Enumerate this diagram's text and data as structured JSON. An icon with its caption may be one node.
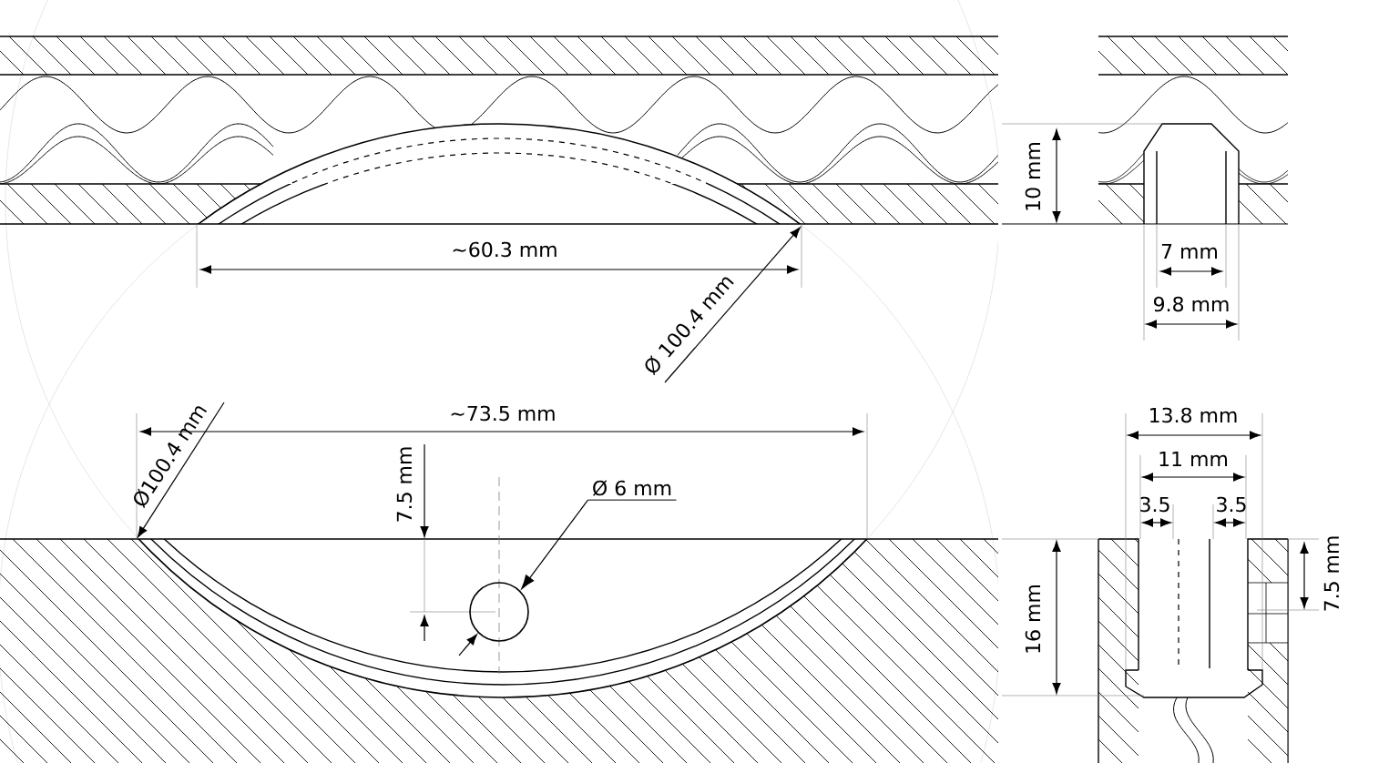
{
  "diagram": {
    "nodes": [
      {
        "text": [
          "Ø 6 mm"
        ]
      },
      {
        "text": [],
        "shape": "circle"
      }
    ],
    "edges": [
      {
        "from": 0,
        "to": 1,
        "arrow": "to"
      }
    ],
    "labels": [
      "~60.3 mm",
      "Ø 100.4 mm",
      "10 mm",
      "7 mm",
      "9.8 mm",
      "~73.5 mm",
      "Ø100.4 mm",
      "7.5 mm",
      "13.8 mm",
      "11 mm",
      "3.5",
      "3.5",
      "16 mm",
      "7.5 mm"
    ]
  }
}
